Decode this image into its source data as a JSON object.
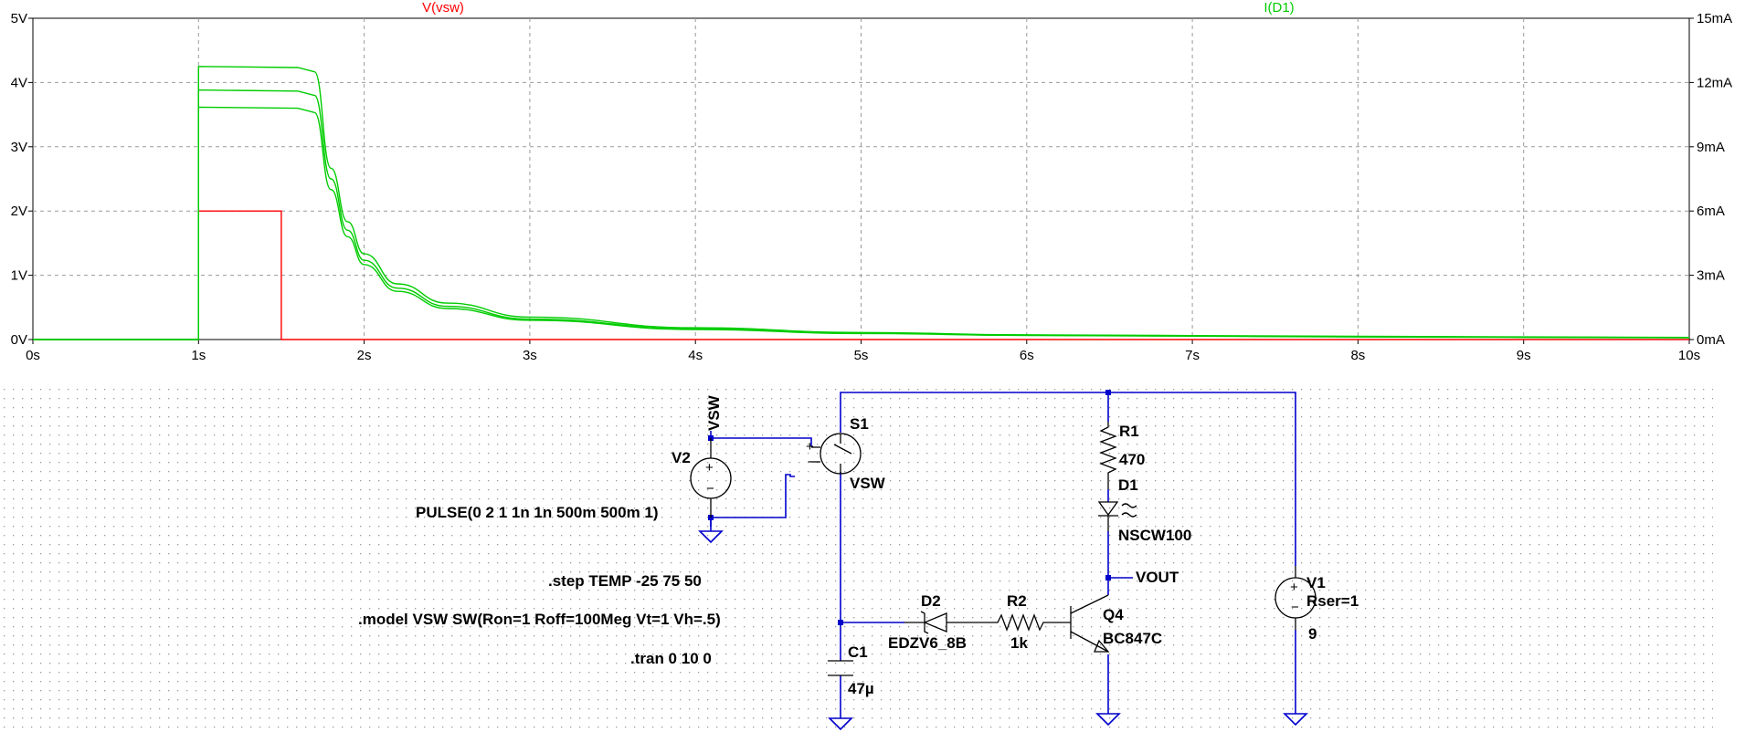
{
  "chart_data": {
    "type": "line",
    "x_ticks": [
      "0s",
      "1s",
      "2s",
      "3s",
      "4s",
      "5s",
      "6s",
      "7s",
      "8s",
      "9s",
      "10s"
    ],
    "y_left_ticks": [
      "0V",
      "1V",
      "2V",
      "3V",
      "4V",
      "5V"
    ],
    "y_right_ticks": [
      "0mA",
      "3mA",
      "6mA",
      "9mA",
      "12mA",
      "15mA"
    ],
    "xlim": [
      0,
      10
    ],
    "ylim_left": [
      0,
      5
    ],
    "ylim_right": [
      0,
      15
    ],
    "grid": true,
    "series": [
      {
        "name": "V(vsw)",
        "axis": "left",
        "color": "#ff0000",
        "x": [
          0,
          1,
          1,
          1.5,
          1.5,
          10
        ],
        "y": [
          0,
          0,
          2,
          2,
          0,
          0
        ]
      },
      {
        "name": "I(D1)",
        "axis": "right",
        "color": "#00cc00",
        "x": [
          0,
          1,
          1,
          1.6,
          1.7,
          1.8,
          1.9,
          2.0,
          2.2,
          2.5,
          3,
          4,
          5,
          6,
          8,
          10
        ],
        "y": [
          0,
          0,
          12.75,
          12.7,
          12.5,
          8.0,
          5.5,
          4.0,
          2.6,
          1.7,
          1.05,
          0.55,
          0.33,
          0.22,
          0.15,
          0.1
        ]
      },
      {
        "name": "I(D1)",
        "axis": "right",
        "color": "#00cc00",
        "x": [
          0,
          1,
          1,
          1.6,
          1.7,
          1.8,
          1.9,
          2.0,
          2.2,
          2.5,
          3,
          4,
          5,
          6,
          8,
          10
        ],
        "y": [
          0,
          0,
          11.65,
          11.6,
          11.4,
          7.5,
          5.1,
          3.7,
          2.4,
          1.55,
          0.95,
          0.5,
          0.3,
          0.2,
          0.13,
          0.09
        ]
      },
      {
        "name": "I(D1)",
        "axis": "right",
        "color": "#00cc00",
        "x": [
          0,
          1,
          1,
          1.6,
          1.7,
          1.8,
          1.9,
          2.0,
          2.2,
          2.5,
          3,
          4,
          5,
          6,
          8,
          10
        ],
        "y": [
          0,
          0,
          10.85,
          10.8,
          10.6,
          7.0,
          4.8,
          3.5,
          2.25,
          1.45,
          0.9,
          0.47,
          0.28,
          0.19,
          0.12,
          0.08
        ]
      }
    ]
  },
  "schematic": {
    "v2": {
      "name": "V2",
      "value": "PULSE(0 2 1 1n 1n 500m 500m 1)"
    },
    "net_vsw_label": "VSW",
    "s1": {
      "name": "S1",
      "model": "VSW",
      "plus": "+",
      "minus": "-"
    },
    "r1": {
      "name": "R1",
      "value": "470"
    },
    "d1": {
      "name": "D1",
      "value": "NSCW100"
    },
    "net_vout_label": "VOUT",
    "d2": {
      "name": "D2",
      "value": "EDZV6_8B"
    },
    "r2": {
      "name": "R2",
      "value": "1k"
    },
    "q4": {
      "name": "Q4",
      "value": "BC847C"
    },
    "c1": {
      "name": "C1",
      "value": "47µ"
    },
    "v1": {
      "name": "V1",
      "rser": "Rser=1",
      "value": "9"
    },
    "directives": {
      "step": ".step TEMP -25 75 50",
      "model": ".model VSW SW(Ron=1 Roff=100Meg Vt=1 Vh=.5)",
      "tran": ".tran 0 10 0"
    }
  }
}
